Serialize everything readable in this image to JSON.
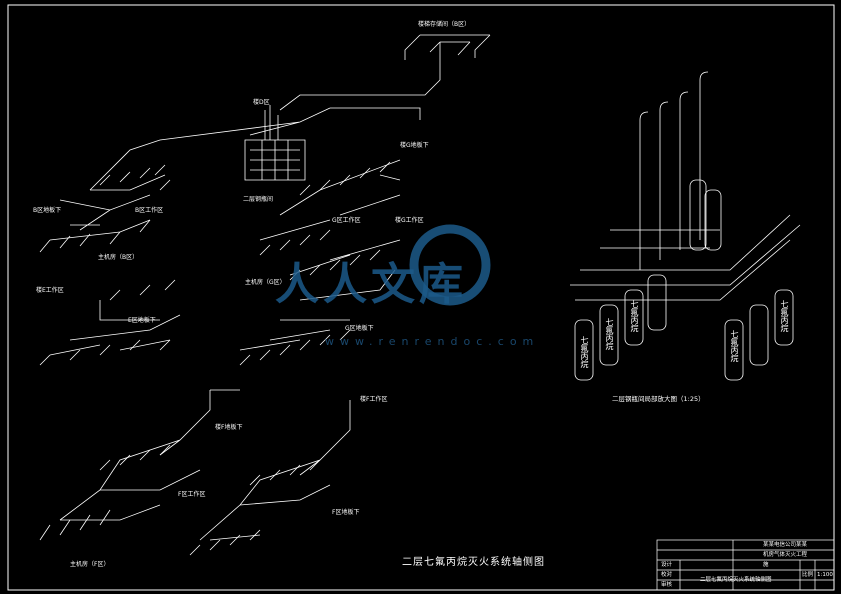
{
  "drawing": {
    "main_title": "二层七氟丙烷灭火系统轴侧图",
    "detail_title": "二层钢瓶间局部放大图（1:25）",
    "labels": {
      "top_corridor": "楼梯存储间（B区）",
      "stair_area": "楼D区",
      "gas_room": "二层钢瓶间",
      "b_underfloor": "B区地板下",
      "b_work": "B区工作区",
      "host_room_b": "主机房（B区）",
      "host_room_g": "主机房（G区）",
      "g_work": "G区工作区",
      "g_work2": "楼G工作区",
      "g_underfloor": "G区地板下",
      "g_underfloor2": "楼G地板下",
      "e_work": "楼E工作区",
      "e_underfloor": "E区地板下",
      "f_work": "F区工作区",
      "f_work2": "楼F工作区",
      "f_underfloor": "F区地板下",
      "f_underfloor2": "楼F地板下",
      "host_room_f": "主机房（F区）",
      "cylinder_text": "七氟丙烷"
    }
  },
  "title_block": {
    "company": "某某电信公司某某",
    "project": "机房气体灭火工程",
    "drawing_name": "二层七氟丙烷灭火系统轴侧图",
    "role_rows": [
      "设计",
      "校对",
      "审核"
    ],
    "drawing_no": "施",
    "scale_label": "比例",
    "scale": "1:100"
  },
  "watermark": {
    "text": "人人文库",
    "url": "www.renrendoc.com"
  }
}
